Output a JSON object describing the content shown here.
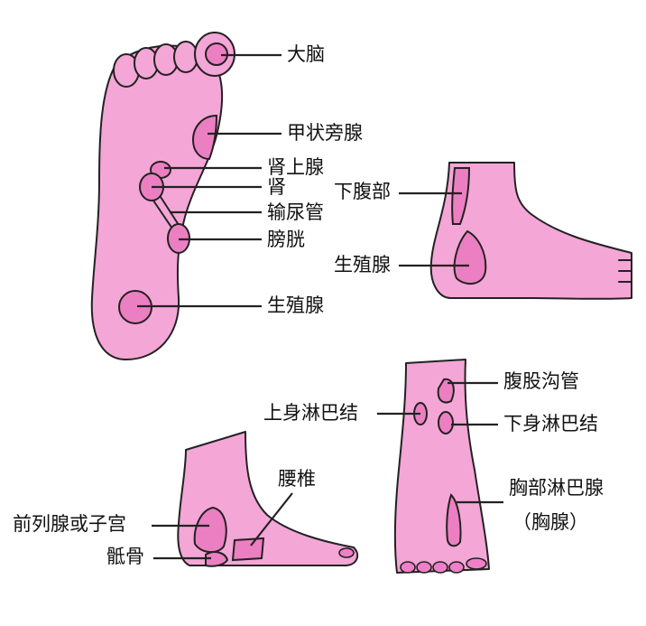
{
  "colors": {
    "skin": "#f4a6d6",
    "zone": "#ec7fc2",
    "outline": "#222222",
    "background": "#ffffff"
  },
  "sole": {
    "brain": "大脑",
    "parathyroid": "甲状旁腺",
    "adrenal": "肾上腺",
    "kidney": "肾",
    "ureter": "输尿管",
    "bladder": "膀胱",
    "gonad": "生殖腺"
  },
  "inner_side": {
    "lower_abdomen": "下腹部",
    "gonad": "生殖腺"
  },
  "lateral_side": {
    "lumbar": "腰椎",
    "prostate_uterus": "前列腺或子宫",
    "coccyx": "骶骨"
  },
  "top_of_foot": {
    "groin": "腹股沟管",
    "upper_lymph": "上身淋巴结",
    "lower_lymph": "下身淋巴结",
    "chest_lymph": "胸部淋巴腺",
    "chest_gland": "（胸腺）"
  }
}
